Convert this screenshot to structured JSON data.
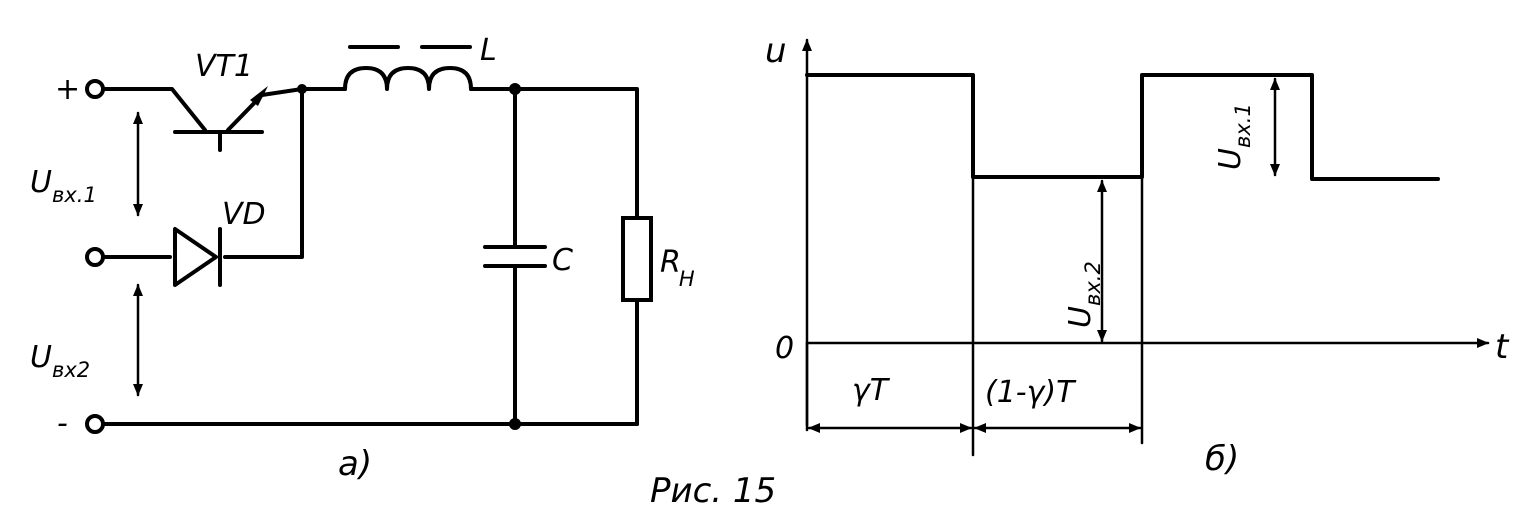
{
  "figure": {
    "caption": "Рис. 15",
    "circuit": {
      "panel_label": "а)",
      "terminal_plus": "+",
      "terminal_minus": "-",
      "transistor": "VT1",
      "diode": "VD",
      "inductor": "L",
      "capacitor": "C",
      "load_main": "R",
      "load_sub": "Н",
      "u1_main": "U",
      "u1_sub": "вх.1",
      "u2_main": "U",
      "u2_sub": "вх2"
    },
    "waveform": {
      "panel_label": "б)",
      "y_axis": "u",
      "x_axis": "t",
      "origin": "0",
      "u1_main": "U",
      "u1_sub": "вх.1",
      "u2_main": "U",
      "u2_sub": "вх.2",
      "span1": "γT",
      "span2": "(1-γ)T"
    }
  }
}
